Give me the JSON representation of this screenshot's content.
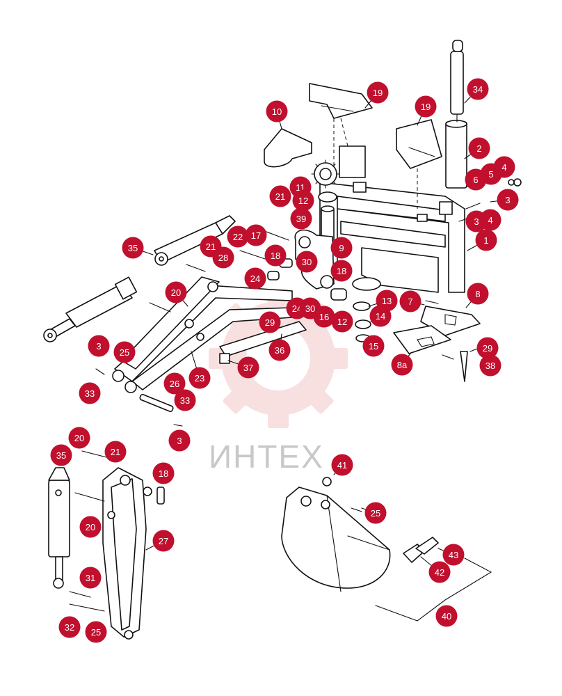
{
  "watermark": {
    "text": "ИНТЕХ",
    "gear_color": "#f4c7c7",
    "text_color": "#c8c8c8"
  },
  "colors": {
    "callout": "#c0102e",
    "callout_text": "#ffffff",
    "line": "#111111"
  },
  "callouts": [
    {
      "id": "c-34-top",
      "label": "34"
    },
    {
      "id": "c-19-a",
      "label": "19"
    },
    {
      "id": "c-19-b",
      "label": "19"
    },
    {
      "id": "c-10",
      "label": "10"
    },
    {
      "id": "c-2",
      "label": "2"
    },
    {
      "id": "c-4-a",
      "label": "4"
    },
    {
      "id": "c-5",
      "label": "5"
    },
    {
      "id": "c-6",
      "label": "6"
    },
    {
      "id": "c-3-a",
      "label": "3"
    },
    {
      "id": "c-21-a",
      "label": "21"
    },
    {
      "id": "c-11",
      "label": "11"
    },
    {
      "id": "c-12-a",
      "label": "12"
    },
    {
      "id": "c-3-b",
      "label": "3"
    },
    {
      "id": "c-4-b",
      "label": "4"
    },
    {
      "id": "c-1",
      "label": "1"
    },
    {
      "id": "c-39",
      "label": "39"
    },
    {
      "id": "c-22",
      "label": "22"
    },
    {
      "id": "c-17",
      "label": "17"
    },
    {
      "id": "c-21-b",
      "label": "21"
    },
    {
      "id": "c-28",
      "label": "28"
    },
    {
      "id": "c-35-a",
      "label": "35"
    },
    {
      "id": "c-18-a",
      "label": "18"
    },
    {
      "id": "c-30-a",
      "label": "30"
    },
    {
      "id": "c-9",
      "label": "9"
    },
    {
      "id": "c-18-b",
      "label": "18"
    },
    {
      "id": "c-24-a",
      "label": "24"
    },
    {
      "id": "c-20-a",
      "label": "20"
    },
    {
      "id": "c-13",
      "label": "13"
    },
    {
      "id": "c-7",
      "label": "7"
    },
    {
      "id": "c-8",
      "label": "8"
    },
    {
      "id": "c-24-b",
      "label": "24"
    },
    {
      "id": "c-30-b",
      "label": "30"
    },
    {
      "id": "c-16",
      "label": "16"
    },
    {
      "id": "c-12-b",
      "label": "12"
    },
    {
      "id": "c-14",
      "label": "14"
    },
    {
      "id": "c-29-a",
      "label": "29"
    },
    {
      "id": "c-15",
      "label": "15"
    },
    {
      "id": "c-36",
      "label": "36"
    },
    {
      "id": "c-3-c",
      "label": "3"
    },
    {
      "id": "c-25-a",
      "label": "25"
    },
    {
      "id": "c-37",
      "label": "37"
    },
    {
      "id": "c-29-b",
      "label": "29"
    },
    {
      "id": "c-38",
      "label": "38"
    },
    {
      "id": "c-8a",
      "label": "8a"
    },
    {
      "id": "c-26",
      "label": "26"
    },
    {
      "id": "c-23",
      "label": "23"
    },
    {
      "id": "c-33-a",
      "label": "33"
    },
    {
      "id": "c-33-b",
      "label": "33"
    },
    {
      "id": "c-3-d",
      "label": "3"
    },
    {
      "id": "c-20-b",
      "label": "20"
    },
    {
      "id": "c-21-c",
      "label": "21"
    },
    {
      "id": "c-35-b",
      "label": "35"
    },
    {
      "id": "c-18-c",
      "label": "18"
    },
    {
      "id": "c-41",
      "label": "41"
    },
    {
      "id": "c-25-b",
      "label": "25"
    },
    {
      "id": "c-20-c",
      "label": "20"
    },
    {
      "id": "c-27",
      "label": "27"
    },
    {
      "id": "c-43",
      "label": "43"
    },
    {
      "id": "c-42",
      "label": "42"
    },
    {
      "id": "c-31",
      "label": "31"
    },
    {
      "id": "c-40",
      "label": "40"
    },
    {
      "id": "c-32",
      "label": "32"
    },
    {
      "id": "c-25-c",
      "label": "25"
    }
  ]
}
